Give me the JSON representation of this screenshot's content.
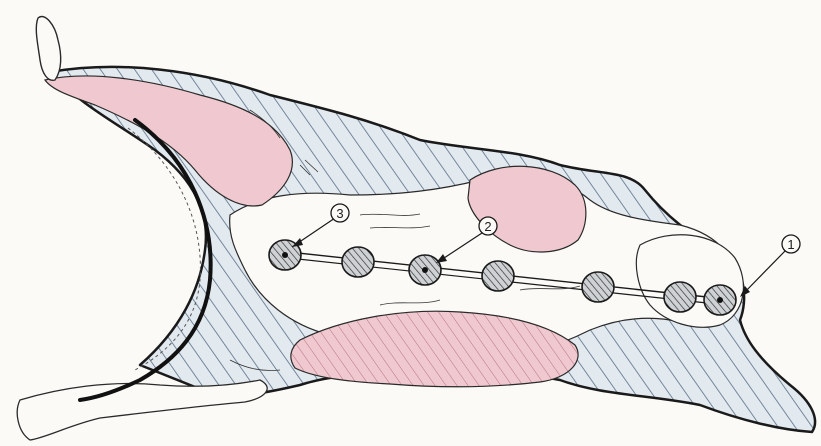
{
  "diagram": {
    "colors": {
      "paper": "#fbfaf7",
      "outline": "#1a1a1a",
      "hatch_blue": "#5a6f86",
      "fill_blue": "#e2e9ef",
      "fill_pink": "#efc9cf",
      "hatch_pink": "#b8707e",
      "marker_fill": "#cfd2d4"
    },
    "callouts": [
      {
        "id": "1",
        "label": "1"
      },
      {
        "id": "2",
        "label": "2"
      },
      {
        "id": "3",
        "label": "3"
      }
    ],
    "marker_count": 7
  }
}
